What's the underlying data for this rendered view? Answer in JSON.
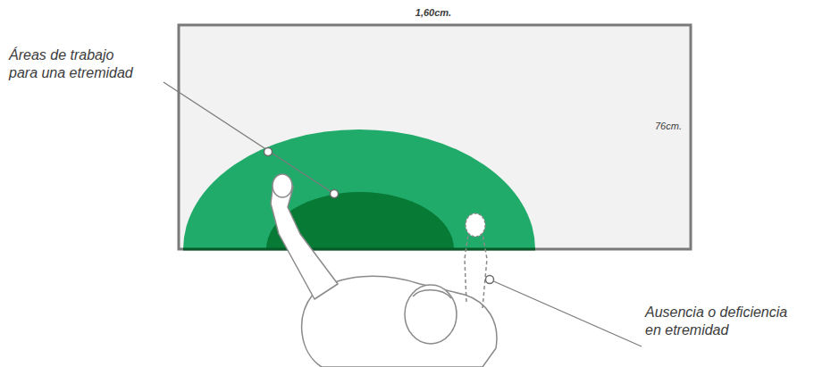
{
  "diagram": {
    "labels": [
      "1,60cm.",
      "76cm.",
      "Áreas de trabajo para una etremidad",
      "Ausencia o deficiencia en etremidad"
    ]
  }
}
